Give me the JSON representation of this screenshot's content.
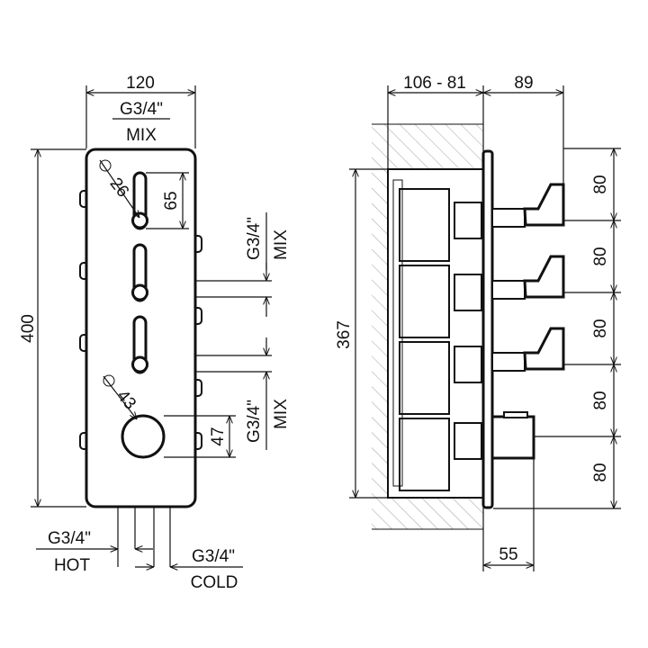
{
  "front_view": {
    "width_dim": "120",
    "height_dim": "400",
    "top_port_size": "G3/4\"",
    "top_port_label": "MIX",
    "handle_circle_dim": "26",
    "handle_height_dim": "65",
    "knob_circle_dim": "43",
    "knob_height_dim": "47",
    "right_port_upper_size": "G3/4\"",
    "right_port_upper_label": "MIX",
    "right_port_lower_size": "G3/4\"",
    "right_port_lower_label": "MIX",
    "hot_size": "G3/4\"",
    "hot_label": "HOT",
    "cold_size": "G3/4\"",
    "cold_label": "COLD"
  },
  "side_view": {
    "depth_dim": "106 - 81",
    "projection_dim": "89",
    "height_dim": "367",
    "spacing_dims": [
      "80",
      "80",
      "80",
      "80",
      "80"
    ],
    "knob_projection_dim": "55"
  }
}
